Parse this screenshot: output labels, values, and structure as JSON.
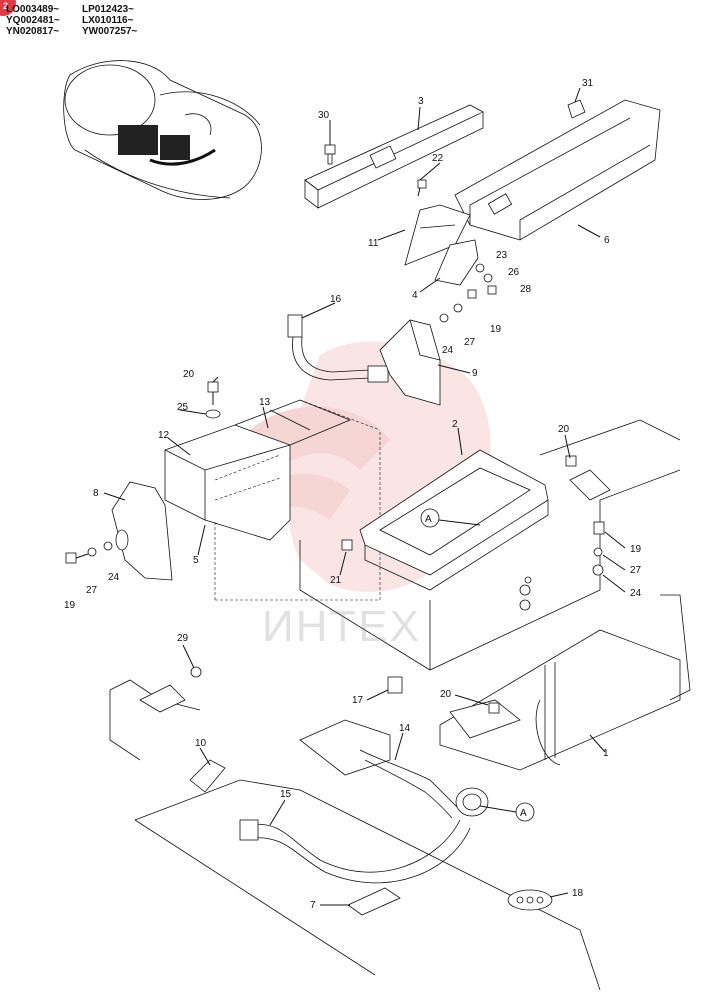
{
  "page": {
    "badge": "2",
    "serials": [
      [
        "LO003489~",
        "LP012423~"
      ],
      [
        "YQ002481~",
        "LX010116~"
      ],
      [
        "YN020817~",
        "YW007257~"
      ]
    ],
    "watermark_text": "ИНТЕХ",
    "watermark_color": "#e8a0a0",
    "detail_marker": "A"
  },
  "callouts": [
    "1",
    "2",
    "3",
    "4",
    "5",
    "6",
    "7",
    "8",
    "9",
    "10",
    "11",
    "12",
    "13",
    "14",
    "15",
    "16",
    "17",
    "18",
    "19",
    "20",
    "21",
    "22",
    "23",
    "24",
    "25",
    "26",
    "27",
    "28",
    "29",
    "30",
    "31"
  ]
}
